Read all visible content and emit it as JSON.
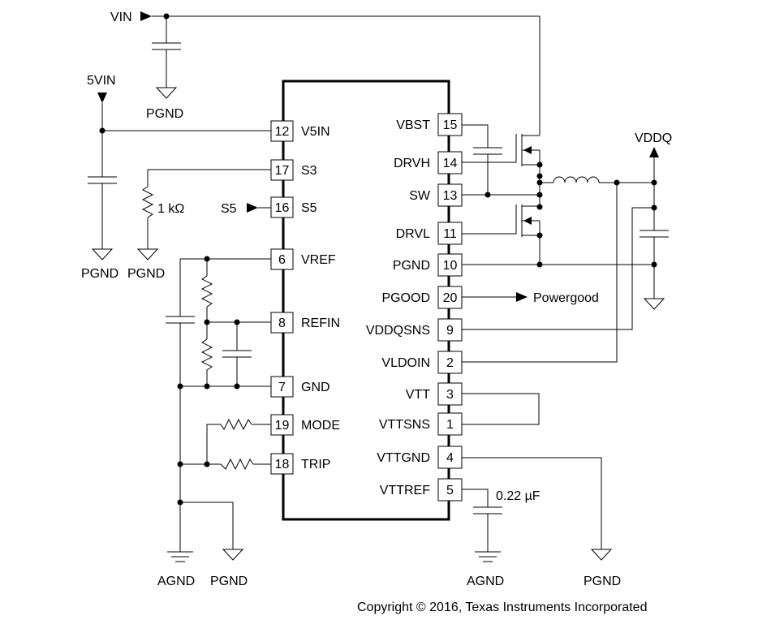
{
  "pins_left": [
    {
      "num": "12",
      "name": "V5IN"
    },
    {
      "num": "17",
      "name": "S3"
    },
    {
      "num": "16",
      "name": "S5"
    },
    {
      "num": "6",
      "name": "VREF"
    },
    {
      "num": "8",
      "name": "REFIN"
    },
    {
      "num": "7",
      "name": "GND"
    },
    {
      "num": "19",
      "name": "MODE"
    },
    {
      "num": "18",
      "name": "TRIP"
    }
  ],
  "pins_right": [
    {
      "num": "15",
      "name": "VBST"
    },
    {
      "num": "14",
      "name": "DRVH"
    },
    {
      "num": "13",
      "name": "SW"
    },
    {
      "num": "11",
      "name": "DRVL"
    },
    {
      "num": "10",
      "name": "PGND"
    },
    {
      "num": "20",
      "name": "PGOOD"
    },
    {
      "num": "9",
      "name": "VDDQSNS"
    },
    {
      "num": "2",
      "name": "VLDOIN"
    },
    {
      "num": "3",
      "name": "VTT"
    },
    {
      "num": "1",
      "name": "VTTSNS"
    },
    {
      "num": "4",
      "name": "VTTGND"
    },
    {
      "num": "5",
      "name": "VTTREF"
    }
  ],
  "nets": {
    "vin": "VIN",
    "v5in": "5VIN",
    "vddq": "VDDQ",
    "s5_in": "S5",
    "powergood": "Powergood",
    "pgnd": "PGND",
    "agnd": "AGND"
  },
  "components": {
    "s3_resistor": "1 kΩ",
    "vttref_cap": "0.22 µF"
  },
  "copyright": "Copyright © 2016, Texas Instruments Incorporated"
}
